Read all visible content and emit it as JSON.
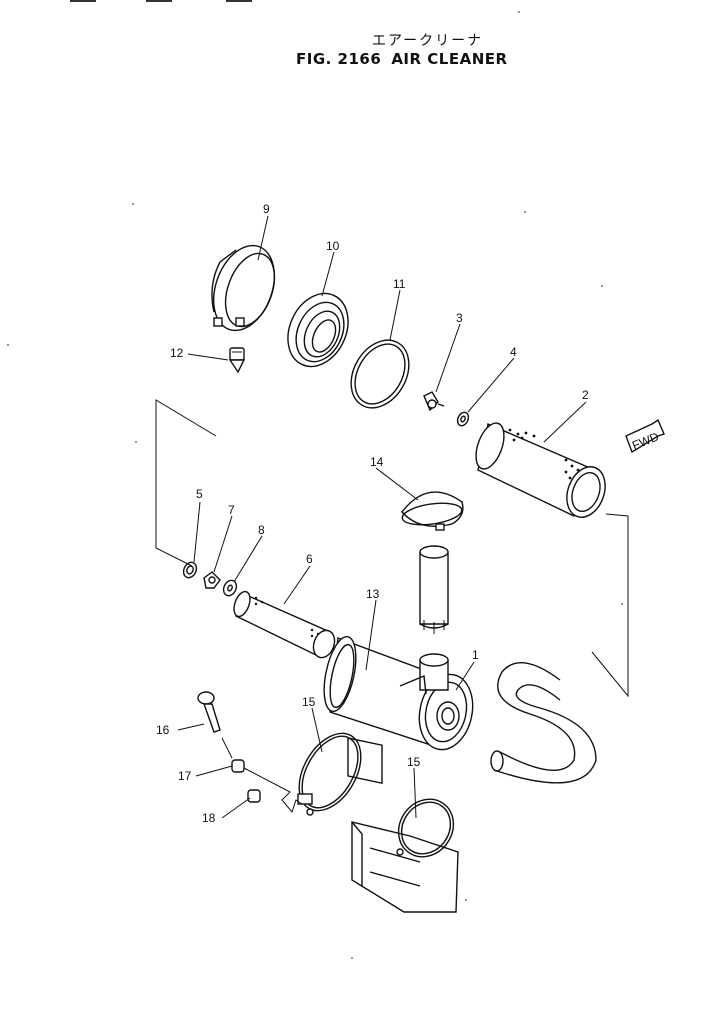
{
  "header": {
    "title_jp": "エアークリーナ",
    "fig_number": "FIG. 2166",
    "fig_title": "AIR CLEANER"
  },
  "fwd_badge": "FWD",
  "parts": [
    {
      "id": "p9",
      "label": "9"
    },
    {
      "id": "p10",
      "label": "10"
    },
    {
      "id": "p11",
      "label": "11"
    },
    {
      "id": "p3",
      "label": "3"
    },
    {
      "id": "p4",
      "label": "4"
    },
    {
      "id": "p2",
      "label": "2"
    },
    {
      "id": "p12",
      "label": "12"
    },
    {
      "id": "p14",
      "label": "14"
    },
    {
      "id": "p5",
      "label": "5"
    },
    {
      "id": "p7",
      "label": "7"
    },
    {
      "id": "p8",
      "label": "8"
    },
    {
      "id": "p6",
      "label": "6"
    },
    {
      "id": "p13",
      "label": "13"
    },
    {
      "id": "p1",
      "label": "1"
    },
    {
      "id": "p15a",
      "label": "15"
    },
    {
      "id": "p16",
      "label": "16"
    },
    {
      "id": "p17",
      "label": "17"
    },
    {
      "id": "p18",
      "label": "18"
    },
    {
      "id": "p15b",
      "label": "15"
    }
  ]
}
